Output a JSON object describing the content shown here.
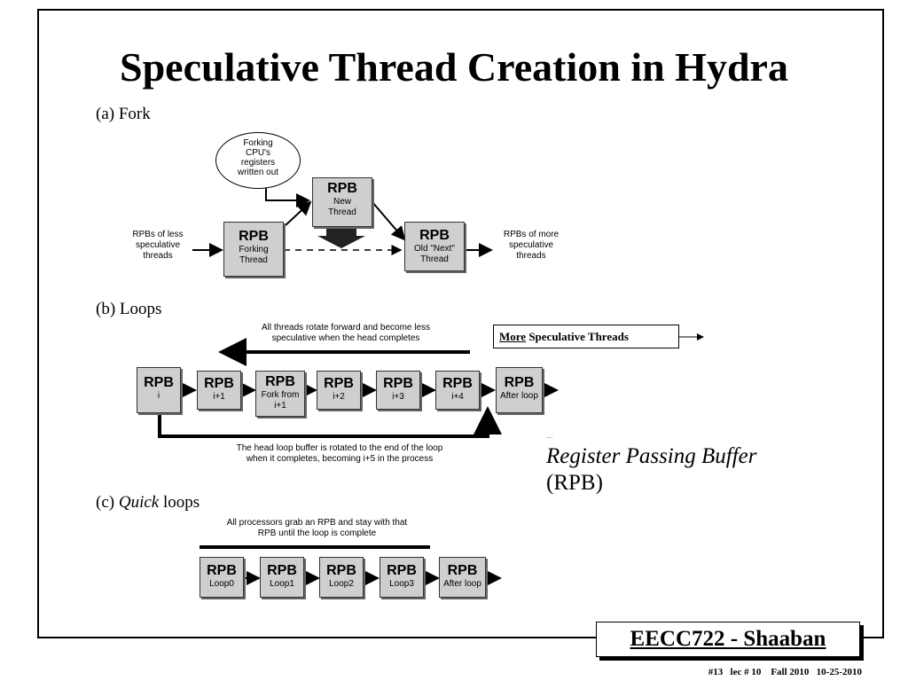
{
  "slide": {
    "title": "Speculative Thread Creation in Hydra",
    "course": "EECC722 - Shaaban",
    "footer": "#13   lec # 10    Fall 2010   10-25-2010"
  },
  "fork": {
    "heading": "(a) Fork",
    "oval": [
      "Forking",
      "CPU's",
      "registers",
      "written out"
    ],
    "left_note": [
      "RPBs of less",
      "speculative",
      "threads"
    ],
    "right_note": [
      "RPBs of more",
      "speculative",
      "threads"
    ],
    "boxes": [
      {
        "title": "RPB",
        "sub": [
          "New",
          "Thread"
        ]
      },
      {
        "title": "RPB",
        "sub": [
          "Forking",
          "Thread"
        ]
      },
      {
        "title": "RPB",
        "sub": [
          "Old \"Next\"",
          "Thread"
        ]
      }
    ]
  },
  "loops": {
    "heading": "(b) Loops",
    "top_note": [
      "All threads rotate forward and become less",
      "speculative when the head completes"
    ],
    "bottom_note": [
      "The head loop buffer is rotated to the end of the loop",
      "when it completes, becoming i+5 in the process"
    ],
    "boxes": [
      {
        "title": "RPB",
        "sub": [
          "i"
        ]
      },
      {
        "title": "RPB",
        "sub": [
          "i+1"
        ]
      },
      {
        "title": "RPB",
        "sub": [
          "Fork from",
          "i+1"
        ]
      },
      {
        "title": "RPB",
        "sub": [
          "i+2"
        ]
      },
      {
        "title": "RPB",
        "sub": [
          "i+3"
        ]
      },
      {
        "title": "RPB",
        "sub": [
          "i+4"
        ]
      },
      {
        "title": "RPB",
        "sub": [
          "After loop"
        ]
      }
    ]
  },
  "quick": {
    "heading_pre": "(c) ",
    "heading_italic": "Quick",
    "heading_post": " loops",
    "top_note": [
      "All processors grab an RPB and stay with that",
      "RPB until the loop is complete"
    ],
    "boxes": [
      {
        "title": "RPB",
        "sub": [
          "Loop0"
        ]
      },
      {
        "title": "RPB",
        "sub": [
          "Loop1"
        ]
      },
      {
        "title": "RPB",
        "sub": [
          "Loop2"
        ]
      },
      {
        "title": "RPB",
        "sub": [
          "Loop3"
        ]
      },
      {
        "title": "RPB",
        "sub": [
          "After loop"
        ]
      }
    ]
  },
  "legend": {
    "more": "More",
    "rest": " Speculative Threads",
    "dots": "...",
    "rpb_line1": "Register Passing Buffer",
    "rpb_line2": "(RPB)"
  }
}
